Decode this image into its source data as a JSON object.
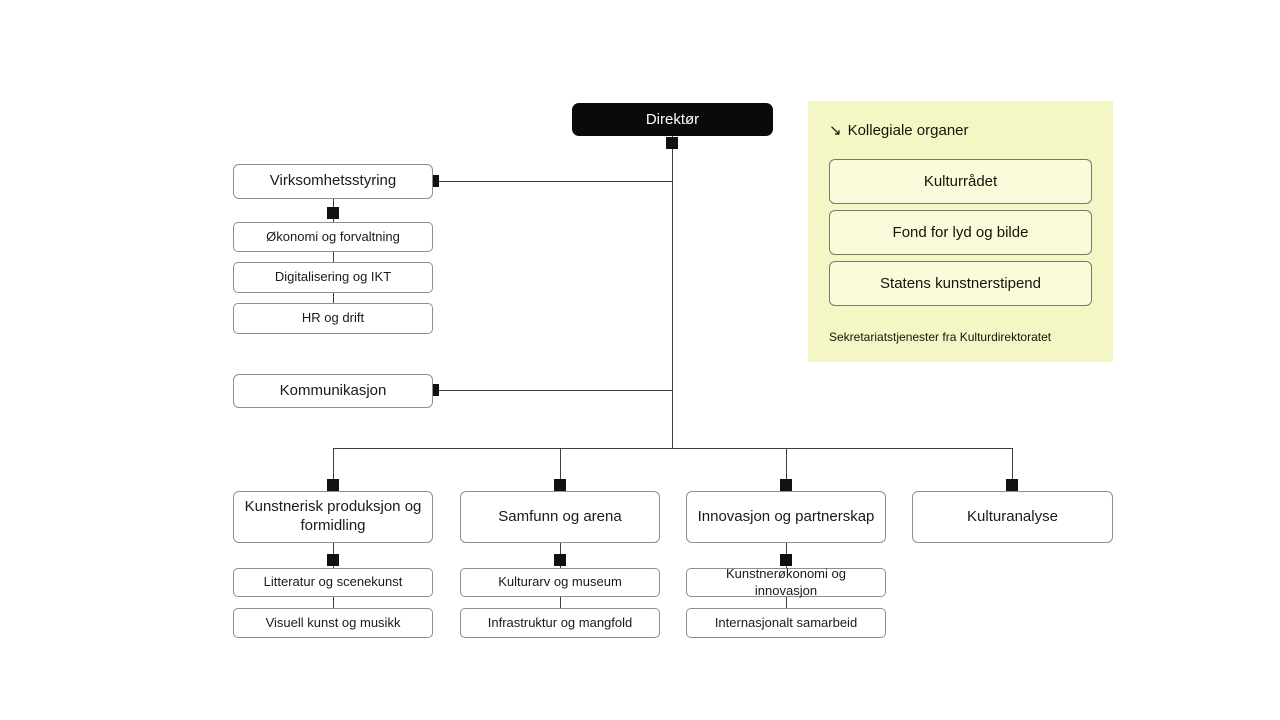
{
  "diagram": {
    "root": {
      "label": "Direktør"
    },
    "admin_branch": {
      "head": "Virksomhetsstyring",
      "children": [
        "Økonomi og forvaltning",
        "Digitalisering og IKT",
        "HR og drift"
      ]
    },
    "communication": {
      "label": "Kommunikasjon"
    },
    "departments": [
      {
        "label": "Kunstnerisk produksjon og formidling",
        "children": [
          "Litteratur og scenekunst",
          "Visuell kunst og musikk"
        ]
      },
      {
        "label": "Samfunn og arena",
        "children": [
          "Kulturarv og museum",
          "Infrastruktur og mangfold"
        ]
      },
      {
        "label": "Innovasjon og partnerskap",
        "children": [
          "Kunstnerøkonomi og innovasjon",
          "Internasjonalt samarbeid"
        ]
      },
      {
        "label": "Kulturanalyse",
        "children": []
      }
    ],
    "collegial_panel": {
      "arrow_icon": "↘",
      "title": "Kollegiale organer",
      "items": [
        "Kulturrådet",
        "Fond for lyd og bilde",
        "Statens kunstnerstipend"
      ],
      "footnote": "Sekretariatstjenester fra Kulturdirektoratet"
    },
    "colors": {
      "root_bg": "#0a0a0a",
      "root_text": "#ffffff",
      "box_border": "#8f8f8f",
      "connector_line": "#3f3f3f",
      "connector_square": "#111111",
      "panel_bg": "#f4f7c5",
      "panel_box_bg": "#f9fbda",
      "panel_box_border": "#7a7a64",
      "text": "#1a1a1a"
    }
  }
}
